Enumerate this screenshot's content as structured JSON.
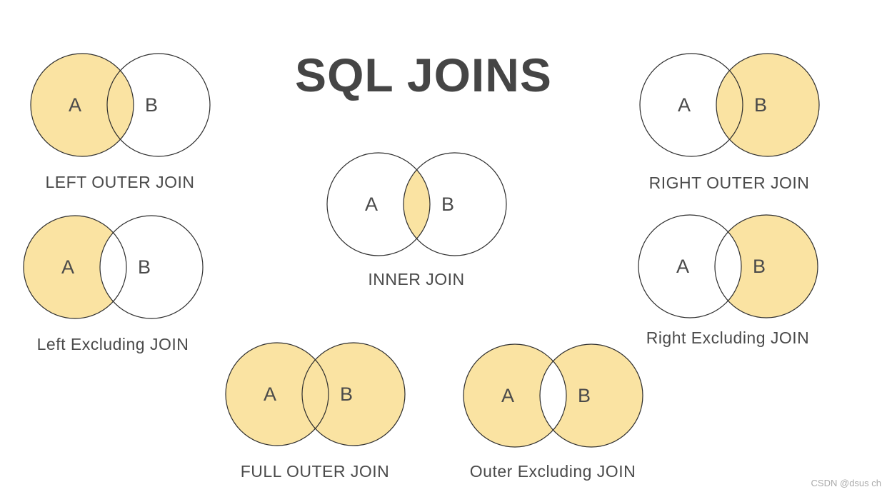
{
  "title": "SQL JOINS",
  "watermark": "CSDN @dsus ch",
  "colors": {
    "highlight_fill": "#FAE3A2",
    "circle_stroke": "#2E2E2E",
    "text": "#4A4A4A",
    "title_text": "#454545",
    "watermark_text": "#AAAAAA",
    "background": "#FFFFFF"
  },
  "diagrams": [
    {
      "caption": "LEFT OUTER JOIN",
      "label_a": "A",
      "label_b": "B",
      "shaded_region": "A including intersection"
    },
    {
      "caption": "RIGHT OUTER JOIN",
      "label_a": "A",
      "label_b": "B",
      "shaded_region": "B including intersection"
    },
    {
      "caption": "INNER JOIN",
      "label_a": "A",
      "label_b": "B",
      "shaded_region": "intersection only"
    },
    {
      "caption": "Left Excluding JOIN",
      "label_a": "A",
      "label_b": "B",
      "shaded_region": "A only, excluding intersection"
    },
    {
      "caption": "Right Excluding JOIN",
      "label_a": "A",
      "label_b": "B",
      "shaded_region": "B only, excluding intersection"
    },
    {
      "caption": "FULL OUTER JOIN",
      "label_a": "A",
      "label_b": "B",
      "shaded_region": "A and B including intersection"
    },
    {
      "caption": "Outer Excluding JOIN",
      "label_a": "A",
      "label_b": "B",
      "shaded_region": "A and B excluding intersection"
    }
  ]
}
